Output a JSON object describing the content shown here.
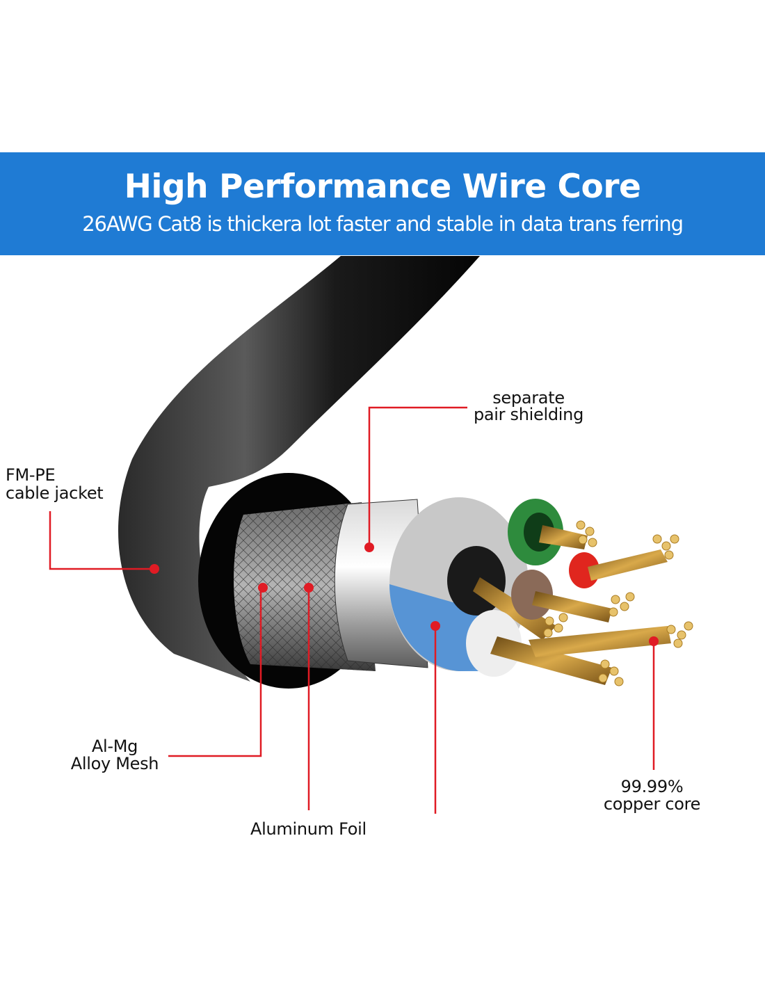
{
  "banner": {
    "title": "High Performance Wire Core",
    "subtitle": "26AWG Cat8 is thickera lot faster and stable in data trans ferring",
    "background_color": "#1f7bd4",
    "text_color": "#ffffff"
  },
  "callouts": {
    "jacket": {
      "line1": "FM-PE",
      "line2": "cable jacket"
    },
    "pair_shielding": {
      "line1": "separate",
      "line2": "pair shielding"
    },
    "mesh": {
      "line1": "Al-Mg",
      "line2": "Alloy Mesh"
    },
    "foil": {
      "line1": "Aluminum Foil"
    },
    "copper": {
      "line1": "99.99%",
      "line2": "copper core"
    },
    "leader_color": "#e01b24"
  },
  "illustration": {
    "subject": "Cat8 Ethernet cable cross-section",
    "pair_colors": [
      "green",
      "black",
      "brown",
      "red",
      "white",
      "blue"
    ]
  }
}
